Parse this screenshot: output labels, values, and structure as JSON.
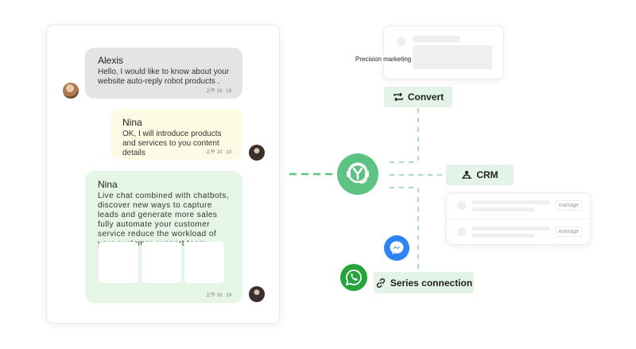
{
  "chat": {
    "messages": [
      {
        "name": "Alexis",
        "text": "Hello, I would like to know about your website auto-reply robot products .",
        "time": "上午 10 : 18"
      },
      {
        "name": "Nina",
        "text": "OK, I will introduce products and services to you content details",
        "time": "上午 10 : 19"
      },
      {
        "name": "Nina",
        "text": "Live chat combined with chatbots, discover new ways to capture leads and generate more sales fully automate your customer service reduce the workload of your customer support team.",
        "time": "上午 10 : 19"
      }
    ]
  },
  "flow": {
    "precision_label": "Precision marketing",
    "convert_label": "Convert",
    "crm_label": "CRM",
    "series_label": "Series connection",
    "manage_label_1": "manage",
    "manage_label_2": "manage"
  },
  "colors": {
    "accent_green": "#5cc382",
    "tag_bg": "#e4f3e7",
    "messenger_blue": "#2d84f4",
    "whatsapp_green": "#27a33b"
  },
  "icons": {
    "hub": "headset-bot-icon",
    "convert": "convert-arrows-icon",
    "crm": "crm-people-icon",
    "series": "link-icon",
    "messenger": "messenger-icon",
    "whatsapp": "whatsapp-icon"
  }
}
